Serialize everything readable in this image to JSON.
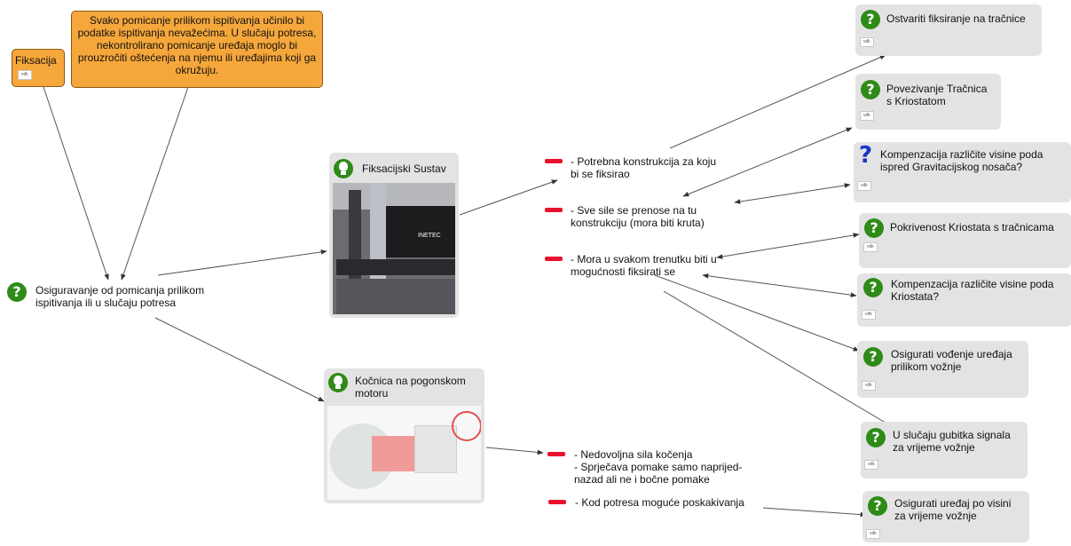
{
  "root": {
    "text": "Osiguravanje od pomicanja prilikom ispitivanja ili u slučaju potresa"
  },
  "notes": {
    "fiksacija": "Fiksacija",
    "fiksacija_tag": "vdk",
    "warning": "Svako pomicanje prilikom ispitivanja učinilo bi podatke ispitivanja nevažećima. U slučaju potresa, nekontrolirano pomicanje uređaja moglo bi prouzročiti oštećenja na njemu ili uređajima koji ga okružuju."
  },
  "ideas": [
    {
      "title": "Fiksacijski Sustav"
    },
    {
      "title": "Kočnica na pogonskom motoru"
    }
  ],
  "cons_fiksacija": [
    {
      "text": "- Potrebna konstrukcija za koju bi se fiksirao"
    },
    {
      "text": "- Sve sile se prenose na tu konstrukciju (mora biti kruta)"
    },
    {
      "text": "- Mora u svakom trenutku biti u mogućnosti fiksirati se"
    }
  ],
  "cons_kocnica": [
    {
      "text": "- Nedovoljna sila kočenja"
    },
    {
      "text": "- Sprječava pomake samo naprijed-nazad ali ne i bočne pomake"
    },
    {
      "text": "- Kod potresa moguće poskakivanja"
    }
  ],
  "questions": [
    {
      "title": "Ostvariti fiksiranje na tračnice",
      "tag": "vdk",
      "icon": "question-green"
    },
    {
      "title": "Povezivanje Tračnica s Kriostatom",
      "tag": "vdk",
      "icon": "question-green"
    },
    {
      "title": "Kompenzacija različite visine poda ispred Gravitacijskog nosača?",
      "tag": "vdk",
      "icon": "question-blue"
    },
    {
      "title": "Pokrivenost Kriostata s tračnicama",
      "tag": "vdk",
      "icon": "question-green"
    },
    {
      "title": "Kompenzacija različite visine poda Kriostata?",
      "tag": "vdk",
      "icon": "question-green"
    },
    {
      "title": "Osigurati vođenje uređaja prilikom vožnje",
      "tag": "vdk",
      "icon": "question-green"
    },
    {
      "title": "U slučaju gubitka signala za vrijeme vožnje",
      "tag": "vdk",
      "icon": "question-green"
    },
    {
      "title": "Osigurati uređaj po visini za vrijeme vožnje",
      "tag": "vdk",
      "icon": "question-green"
    }
  ],
  "colors": {
    "accent_green": "#2e8b17",
    "con_red": "#e8112d",
    "note_orange": "#f6a73b",
    "card_grey": "#e3e3e3",
    "question_blue": "#1b35c9"
  }
}
